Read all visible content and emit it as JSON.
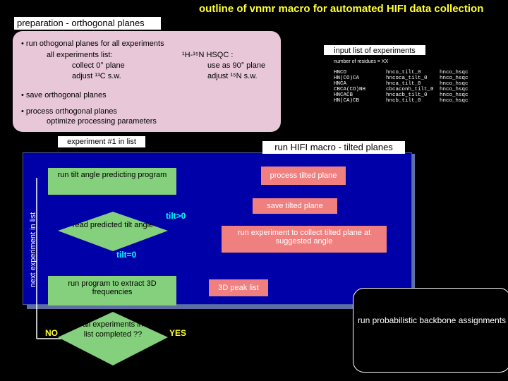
{
  "title": "outline of vnmr macro for automated HIFI data collection",
  "preparation": {
    "label": "preparation - orthogonal planes",
    "line1": "• run othogonal planes for all experiments",
    "line2": "all experiments list:",
    "line3": "collect 0° plane",
    "line4": "adjust ¹³C s.w.",
    "hsqc1": "¹H-¹⁵N HSQC :",
    "hsqc2": "use as 90° plane",
    "hsqc3": "adjust ¹⁵N s.w.",
    "save": "• save orthogonal planes",
    "process": "• process orthogonal planes",
    "optimize": "optimize processing parameters"
  },
  "input_list": {
    "label": "input list of experiments",
    "residues": "number of residues = XX",
    "col1": "HNCO\nHN(CO)CA\nHNCA\nCBCA(CO)NH\nHNCACB\nHN(CA)CB",
    "col2": "hnco_tilt_0\nhncoca_tilt_0\nhnca_tilt_0\ncbcaconh_tilt_0\nhncacb_tilt_0\nhncb_tilt_0",
    "col3": "hnco_hsqc\nhnco_hsqc\nhnco_hsqc\nhnco_hsqc\nhnco_hsqc\nhnco_hsqc"
  },
  "loop": {
    "exp1_label": "experiment #1 in list",
    "hifi_label": "run HIFI macro - tilted planes",
    "side_label": "next experiment in list",
    "tilt_predict": "run tilt angle predicting program",
    "read_tilt": "read predicted tilt angle",
    "tilt_gt": "tilt>0",
    "tilt_eq": "tilt=0",
    "run_experiment": "run experiment to collect tilted plane at suggested angle",
    "save_tilted": "save tilted plane",
    "process_tilted": "process tilted plane",
    "extract3d": "run program to extract 3D frequencies",
    "peak_list": "3D peak list",
    "all_completed": "all experiments in list completed ??",
    "no": "NO",
    "yes": "YES"
  },
  "final": "run probabilistic backbone assignments",
  "colors": {
    "title": "#ffff33",
    "prep_box": "#e8c8d8",
    "loop_box": "#0000a8",
    "green": "#84d07c",
    "pink": "#f08080",
    "cyan": "#00ffff",
    "yellow": "#ffff33"
  }
}
